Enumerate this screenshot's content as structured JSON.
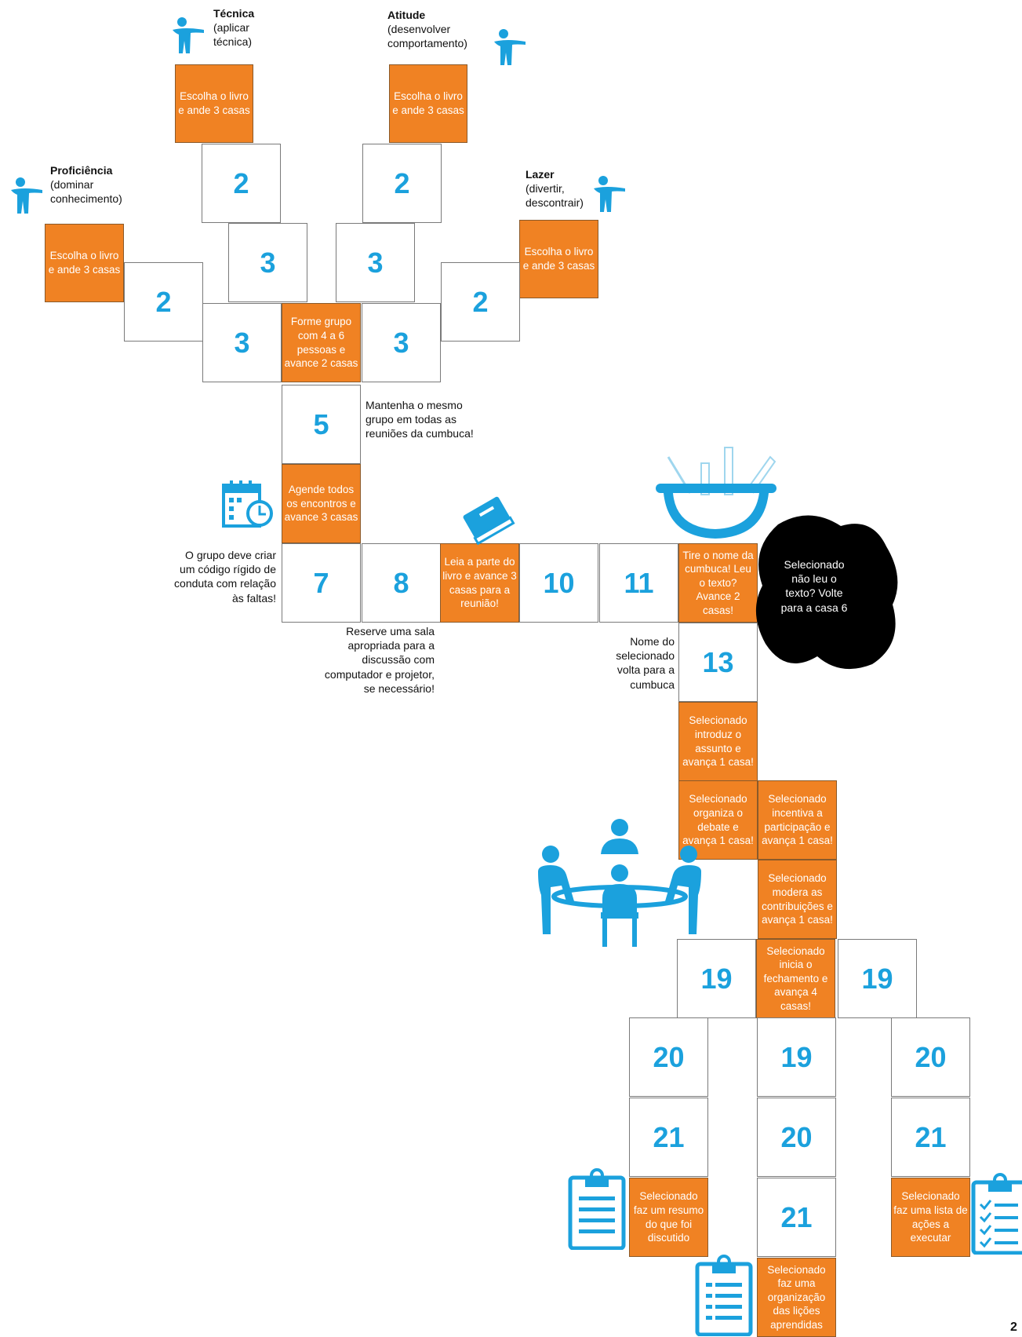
{
  "cells": [
    {
      "id": "c-2-tl",
      "text": "2",
      "kind": "num"
    },
    {
      "id": "c-2-tr",
      "text": "2",
      "kind": "num"
    },
    {
      "id": "c-3-a",
      "text": "3",
      "kind": "num"
    },
    {
      "id": "c-3-b",
      "text": "3",
      "kind": "num"
    },
    {
      "id": "c-2-l",
      "text": "2",
      "kind": "num"
    },
    {
      "id": "c-2-r",
      "text": "2",
      "kind": "num"
    },
    {
      "id": "c-3-c",
      "text": "3",
      "kind": "num"
    },
    {
      "id": "c-3-d",
      "text": "3",
      "kind": "num"
    },
    {
      "id": "c-5",
      "text": "5",
      "kind": "num"
    },
    {
      "id": "c-7",
      "text": "7",
      "kind": "num"
    },
    {
      "id": "c-8",
      "text": "8",
      "kind": "num"
    },
    {
      "id": "c-10",
      "text": "10",
      "kind": "num"
    },
    {
      "id": "c-11",
      "text": "11",
      "kind": "num"
    },
    {
      "id": "c-13",
      "text": "13",
      "kind": "num"
    },
    {
      "id": "c-19-a",
      "text": "19",
      "kind": "num"
    },
    {
      "id": "c-19-b",
      "text": "19",
      "kind": "num"
    },
    {
      "id": "c-20-a",
      "text": "20",
      "kind": "num"
    },
    {
      "id": "c-19-c",
      "text": "19",
      "kind": "num"
    },
    {
      "id": "c-20-b",
      "text": "20",
      "kind": "num"
    },
    {
      "id": "c-21-a",
      "text": "21",
      "kind": "num"
    },
    {
      "id": "c-20-c",
      "text": "20",
      "kind": "num"
    },
    {
      "id": "c-21-b",
      "text": "21",
      "kind": "num"
    },
    {
      "id": "c-21-c",
      "text": "21",
      "kind": "num"
    }
  ],
  "orange": {
    "tecnica": "Escolha o livro e ande 3 casas",
    "atitude": "Escolha o livro e ande 3 casas",
    "proficiencia": "Escolha o livro e ande 3 casas",
    "lazer": "Escolha o livro e ande 3 casas",
    "grupo": "Forme grupo com 4 a 6 pessoas e avance 2 casas",
    "agende": "Agende todos os encontros e avance 3 casas",
    "leia": "Leia a parte do livro e avance 3 casas para a reunião!",
    "tire": "Tire o nome da cumbuca! Leu o texto? Avance 2 casas!",
    "introduz": "Selecionado introduz o assunto e avança 1 casa!",
    "organiza": "Selecionado organiza o debate e avança 1 casa!",
    "incentiva": "Selecionado incentiva a participação e avança 1 casa!",
    "modera": "Selecionado modera as contribuições e avança 1 casa!",
    "inicia": "Selecionado inicia o fechamento e avança 4 casas!",
    "resumo": "Selecionado faz um resumo do que foi discutido",
    "licoes": "Selecionado faz uma organização das lições aprendidas",
    "acoes": "Selecionado faz uma lista de ações a executar"
  },
  "labels": {
    "tecnica_title": "Técnica",
    "tecnica_sub": "(aplicar técnica)",
    "atitude_title": "Atitude",
    "atitude_sub": "(desenvolver comportamento)",
    "proficiencia_title": "Proficiência",
    "proficiencia_sub": "(dominar conhecimento)",
    "lazer_title": "Lazer",
    "lazer_sub": "(divertir, descontrair)"
  },
  "notes": {
    "mantenha": "Mantenha o mesmo grupo em todas as reuniões da cumbuca!",
    "codigo": "O grupo deve criar um código rígido de conduta com relação às faltas!",
    "reserve": "Reserve uma sala apropriada para a discussão com computador e projetor, se necessário!",
    "nome": "Nome do selecionado volta para a cumbuca",
    "blob": "Selecionado não leu o texto? Volte para a casa 6"
  },
  "page_number": "2",
  "colors": {
    "orange": "#f08223",
    "blue": "#1ba1dd",
    "black": "#000000"
  },
  "icons": [
    "person-icon",
    "calendar-icon",
    "book-icon",
    "bowl-icon",
    "meeting-icon",
    "clipboard-icon",
    "checklist-icon"
  ]
}
